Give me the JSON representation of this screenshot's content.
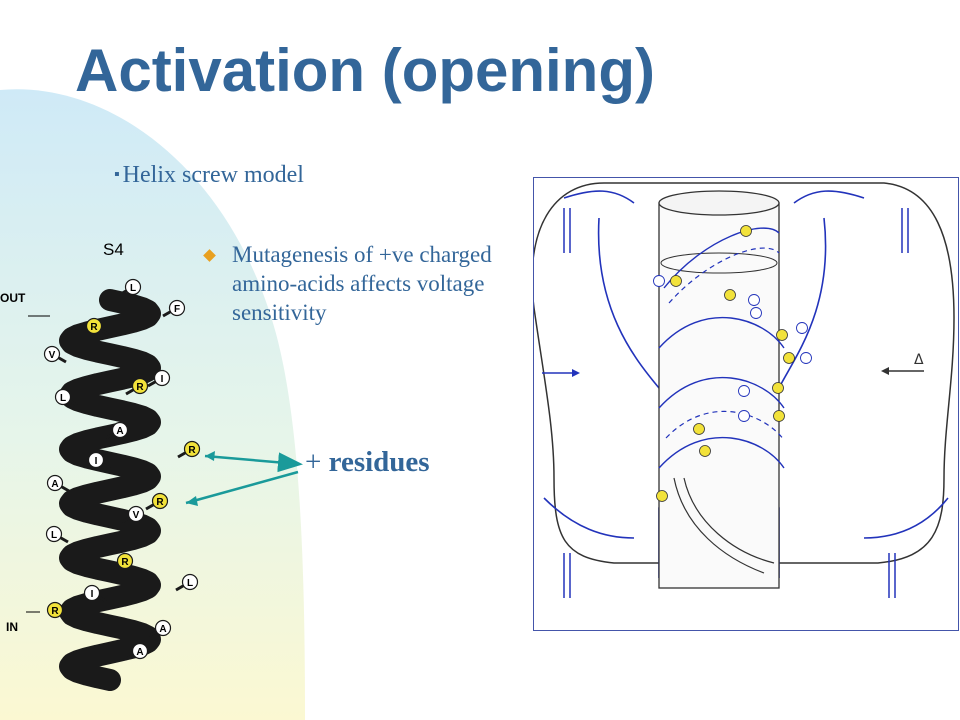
{
  "slide": {
    "title": "Activation (opening)",
    "bullet_marker": "▪",
    "bullet1": "Helix screw model",
    "bullet2": "Mutagenesis of +ve charged amino-acids affects voltage sensitivity",
    "residues_plus": "+ ",
    "residues_word": "residues"
  },
  "helix_figure": {
    "label": "S4",
    "out_label": "OUT",
    "in_label": "IN",
    "residues": [
      "L",
      "F",
      "R",
      "V",
      "R",
      "I",
      "L",
      "A",
      "R",
      "I",
      "A",
      "R",
      "V",
      "L",
      "R",
      "I",
      "L",
      "R",
      "A",
      "A"
    ]
  },
  "channel_figure": {
    "delta": "Δ"
  },
  "colors": {
    "title": "#336699",
    "bullet_diamond": "#e8a020",
    "arrow": "#1a9a9a",
    "charged_residue": "#f2e23a"
  }
}
